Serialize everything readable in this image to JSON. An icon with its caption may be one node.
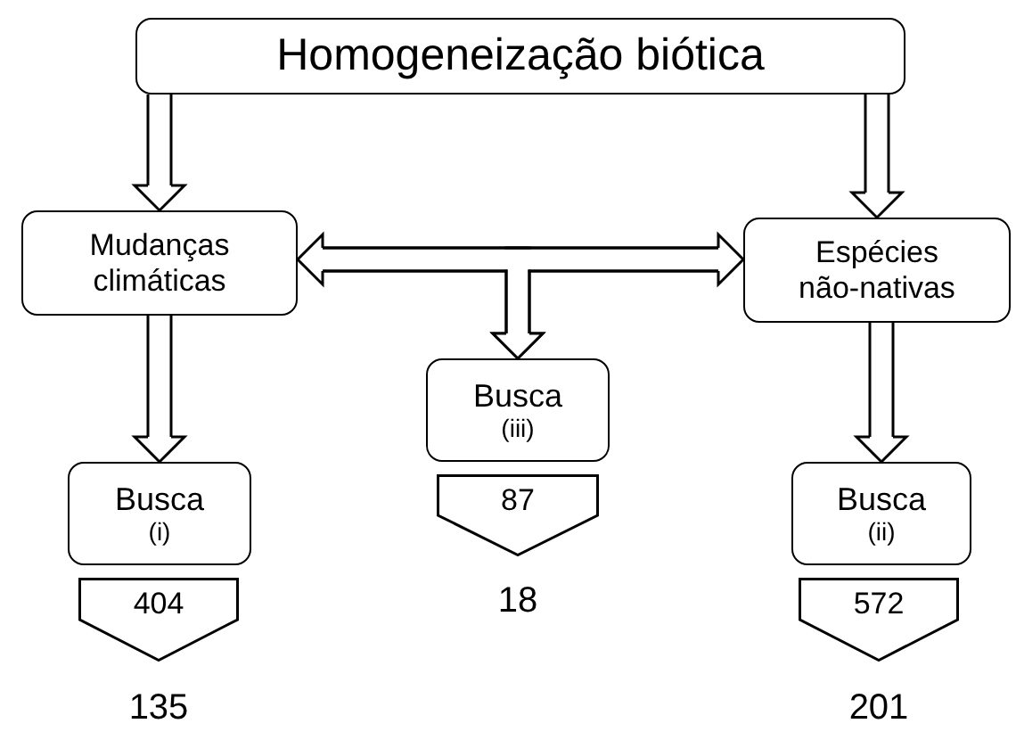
{
  "diagram": {
    "nodes": [
      {
        "text": [
          "Homogeneização biótica"
        ]
      },
      {
        "text": [
          "Mudanças climáticas"
        ]
      },
      {
        "text": [
          "Espécies não-nativas"
        ]
      },
      {
        "text": [
          "Busca",
          "(i)"
        ]
      },
      {
        "text": [
          "Busca",
          "(iii)"
        ]
      },
      {
        "text": [
          "Busca",
          "(ii)"
        ]
      },
      {
        "text": [
          "404"
        ],
        "beside": [
          "135"
        ]
      },
      {
        "text": [
          "87"
        ],
        "beside": [
          "18"
        ]
      },
      {
        "text": [
          "572"
        ],
        "beside": [
          "201"
        ]
      }
    ],
    "edges": [
      {
        "from": 0,
        "to": 1,
        "arrow": "to"
      },
      {
        "from": 0,
        "to": 2,
        "arrow": "to"
      },
      {
        "from": 1,
        "to": 2,
        "arrow": "both"
      },
      {
        "from": 1,
        "to": 4,
        "arrow": "to"
      },
      {
        "from": 2,
        "to": 4,
        "arrow": "to"
      },
      {
        "from": 1,
        "to": 3,
        "arrow": "to"
      },
      {
        "from": 2,
        "to": 5,
        "arrow": "to"
      }
    ]
  }
}
